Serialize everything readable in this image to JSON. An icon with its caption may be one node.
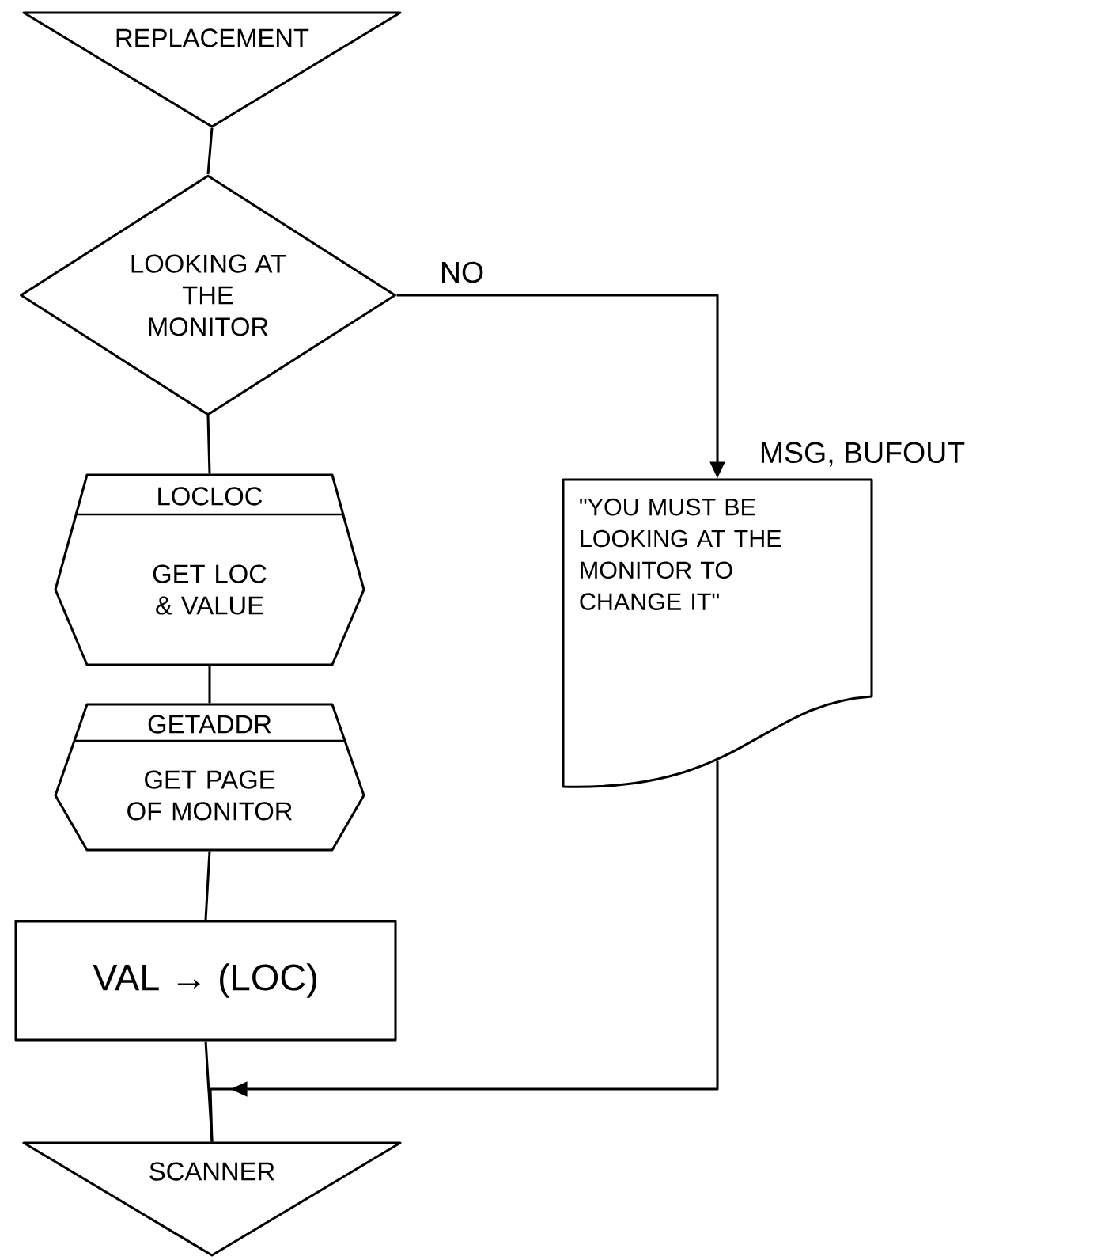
{
  "diagram": {
    "nodes": [
      {
        "text": [
          "REPLACEMENT"
        ]
      },
      {
        "text": [
          "LOOKING AT THE MONITOR"
        ]
      },
      {
        "text": [
          "LOCLOC",
          "GET LOC & VALUE"
        ]
      },
      {
        "text": [
          "GETADDR",
          "GET PAGE OF MONITOR"
        ]
      },
      {
        "text": [
          "VAL → (LOC)"
        ]
      },
      {
        "text": [
          "\"YOU MUST BE LOOKING AT THE MONITOR TO CHANGE IT\""
        ],
        "beside": [
          "MSG, BUFOUT"
        ]
      },
      {
        "text": [
          "SCANNER"
        ]
      }
    ],
    "edges": [
      {
        "from": 0,
        "to": 1,
        "arrow": "none"
      },
      {
        "from": 1,
        "to": 2,
        "arrow": "none"
      },
      {
        "from": 2,
        "to": 3,
        "arrow": "none"
      },
      {
        "from": 3,
        "to": 4,
        "arrow": "none"
      },
      {
        "from": 4,
        "to": 6,
        "arrow": "none"
      },
      {
        "from": 1,
        "to": 5,
        "arrow": "to",
        "label": "NO"
      },
      {
        "from": 5,
        "to": 6,
        "arrow": "to"
      }
    ]
  }
}
